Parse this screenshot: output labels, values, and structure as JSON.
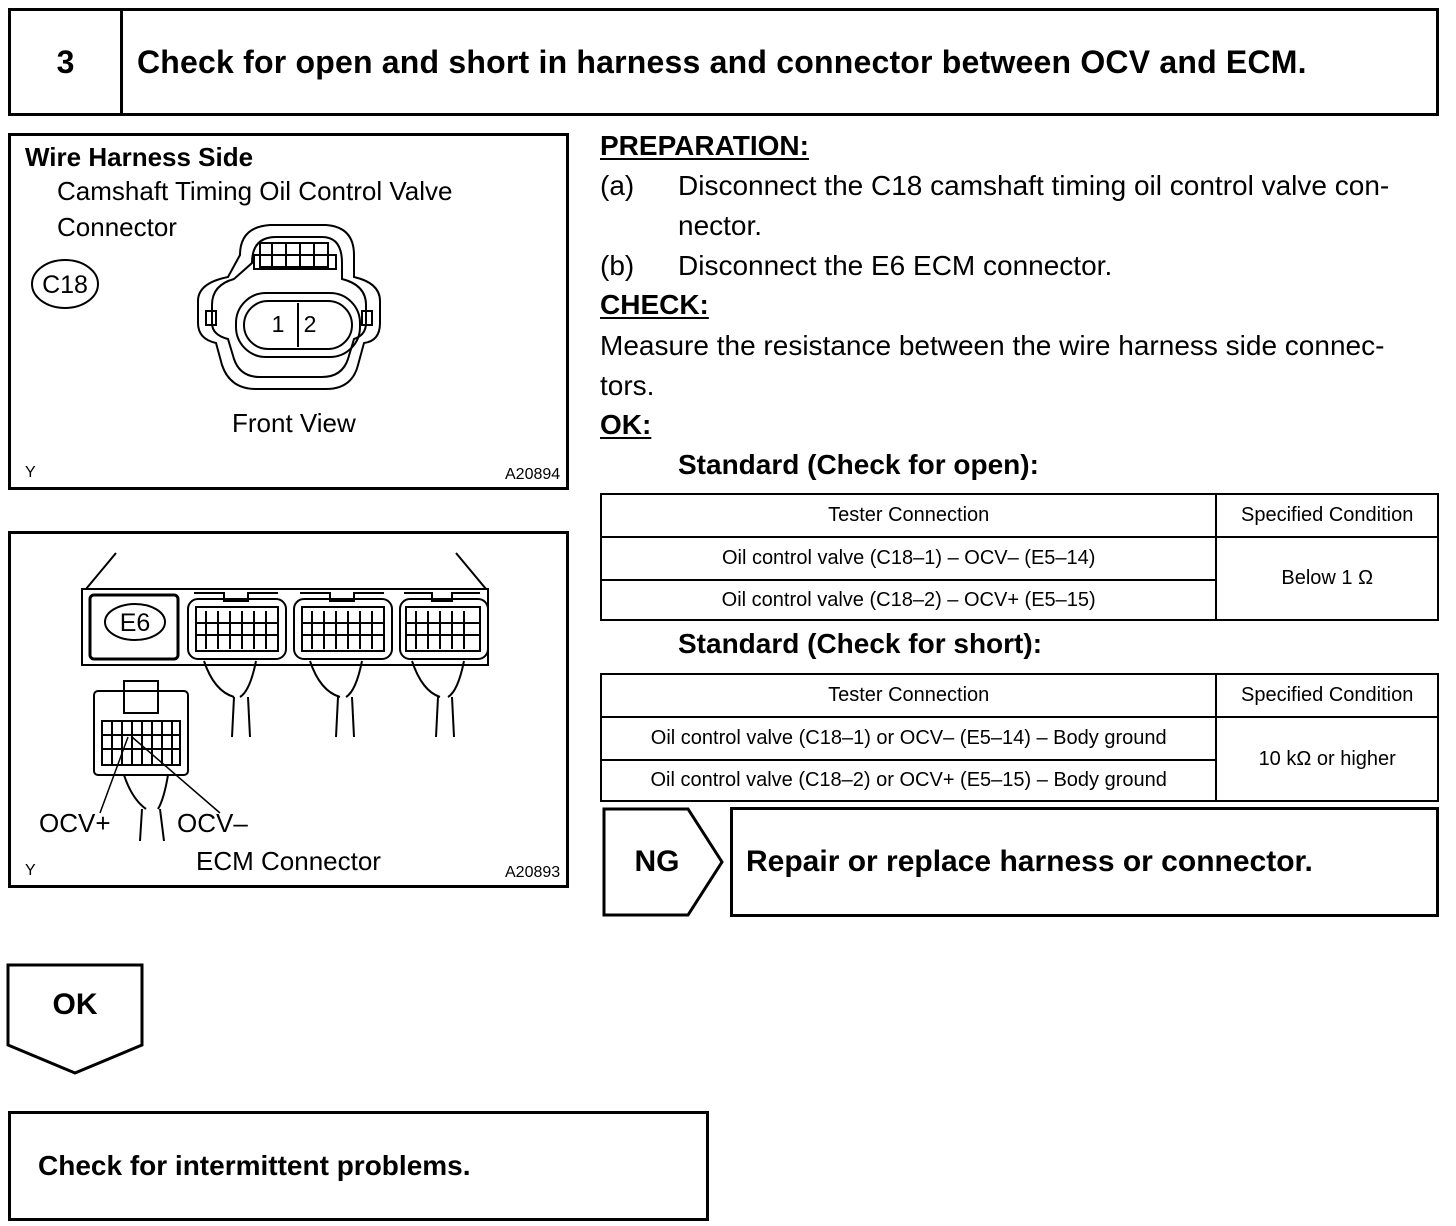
{
  "step": {
    "number": "3",
    "title": "Check for open and short in harness and connector between OCV and ECM."
  },
  "figure1": {
    "heading": "Wire Harness Side",
    "line1": "Camshaft Timing Oil Control Valve",
    "line2": "Connector",
    "connector_code": "C18",
    "pin1": "1",
    "pin2": "2",
    "view_label": "Front View",
    "corner_mark": "Y",
    "figure_id": "A20894"
  },
  "figure2": {
    "connector_code": "E6",
    "label_plus": "OCV+",
    "label_minus": "OCV–",
    "caption": "ECM Connector",
    "corner_mark": "Y",
    "figure_id": "A20893"
  },
  "procedure": {
    "preparation_heading": "PREPARATION:",
    "step_a_label": "(a)",
    "step_a_line1": "Disconnect the C18 camshaft timing oil control valve con-",
    "step_a_line2": "nector.",
    "step_b_label": "(b)",
    "step_b_text": "Disconnect the E6 ECM connector.",
    "check_heading": "CHECK:",
    "check_line1": "Measure the resistance between the wire harness side connec-",
    "check_line2": "tors.",
    "ok_heading": "OK:",
    "standard_open": "Standard (Check for open):",
    "standard_short": "Standard (Check for short):"
  },
  "table_open": {
    "headers": [
      "Tester Connection",
      "Specified Condition"
    ],
    "rows": [
      "Oil control valve (C18–1) – OCV– (E5–14)",
      "Oil control valve (C18–2) – OCV+ (E5–15)"
    ],
    "condition": "Below 1 Ω"
  },
  "table_short": {
    "headers": [
      "Tester Connection",
      "Specified Condition"
    ],
    "rows": [
      "Oil control valve (C18–1) or OCV– (E5–14) – Body ground",
      "Oil control valve (C18–2) or OCV+ (E5–15) – Body ground"
    ],
    "condition": "10 kΩ or higher"
  },
  "ng": {
    "label": "NG",
    "action": "Repair or replace harness or connector."
  },
  "ok": {
    "label": "OK",
    "action": "Check for intermittent problems."
  }
}
